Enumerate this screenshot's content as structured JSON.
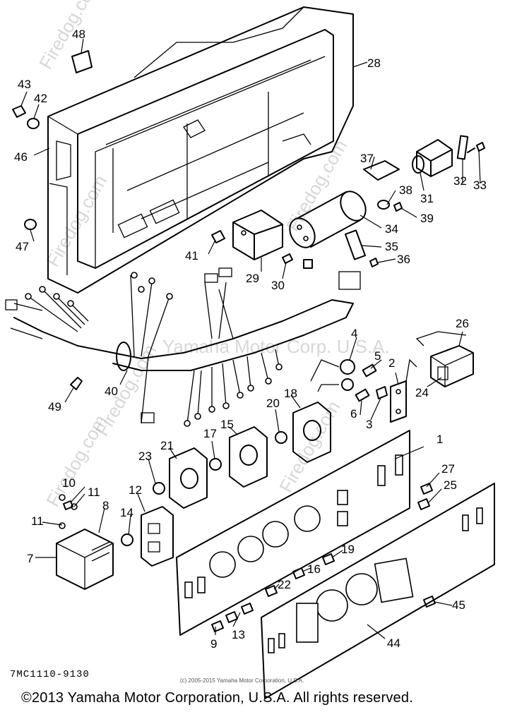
{
  "diagram": {
    "callouts": [
      "1",
      "2",
      "3",
      "4",
      "5",
      "6",
      "7",
      "8",
      "9",
      "10",
      "11",
      "11",
      "12",
      "13",
      "14",
      "15",
      "16",
      "17",
      "18",
      "19",
      "20",
      "21",
      "22",
      "23",
      "24",
      "25",
      "26",
      "27",
      "28",
      "29",
      "30",
      "31",
      "32",
      "33",
      "34",
      "35",
      "36",
      "37",
      "38",
      "39",
      "40",
      "41",
      "42",
      "43",
      "44",
      "45",
      "46",
      "47",
      "48",
      "49"
    ],
    "watermark": "Firedog.com",
    "brand_watermark": "Yamaha Motor Corp. U.S.A."
  },
  "doc_code": "7MC1110-9130",
  "small_copyright": "(c) 2005-2015 Yamaha Motor Corporation, U.S.A.",
  "footer": "©2013 Yamaha Motor Corporation, U.S.A. All rights reserved."
}
